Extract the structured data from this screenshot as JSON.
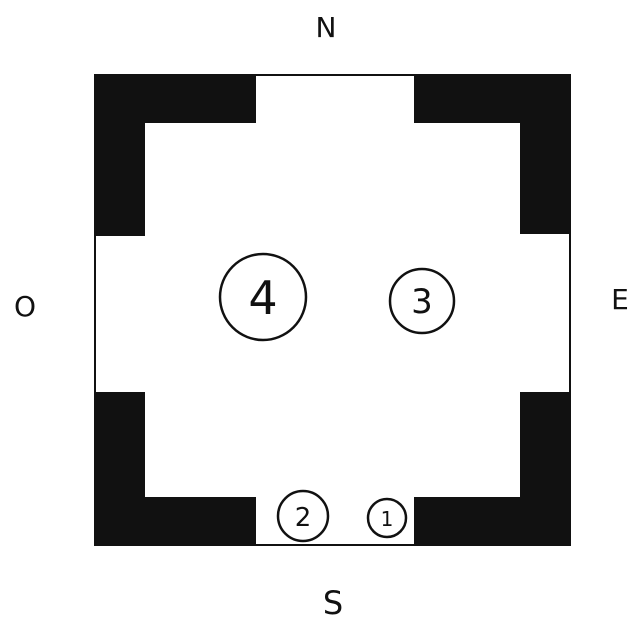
{
  "compass": {
    "north": "N",
    "south": "S",
    "east": "E",
    "west": "O"
  },
  "markers": [
    {
      "label": "4"
    },
    {
      "label": "3"
    },
    {
      "label": "2"
    },
    {
      "label": "1"
    }
  ],
  "colors": {
    "ink": "#111111",
    "background": "#ffffff"
  }
}
